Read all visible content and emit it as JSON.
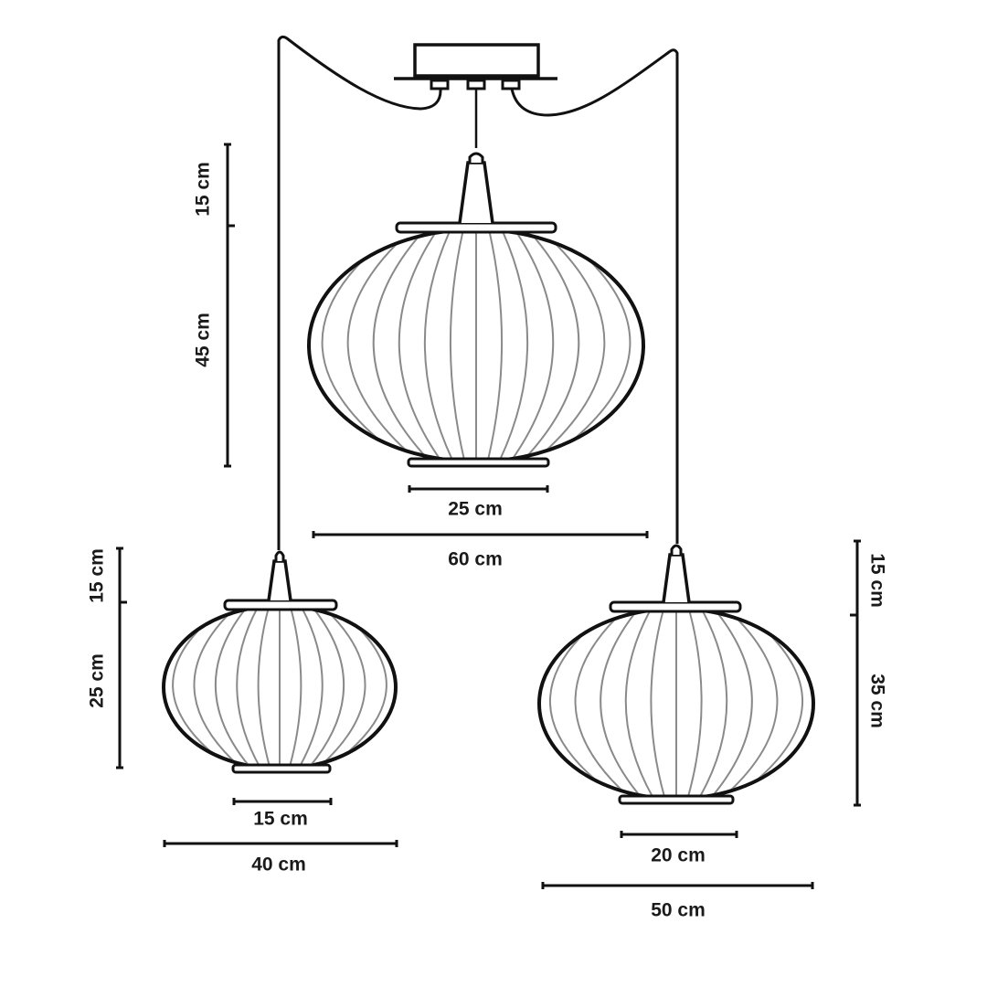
{
  "colors": {
    "line": "#111111",
    "rib": "#8a8a8a",
    "background": "#ffffff"
  },
  "lamps": [
    {
      "name": "center-pendant",
      "dims": {
        "stem_height": "15 cm",
        "shade_height": "45 cm",
        "base_width": "25 cm",
        "shade_width": "60 cm"
      }
    },
    {
      "name": "left-pendant",
      "dims": {
        "stem_height": "15 cm",
        "shade_height": "25 cm",
        "base_width": "15 cm",
        "shade_width": "40 cm"
      }
    },
    {
      "name": "right-pendant",
      "dims": {
        "stem_height": "15 cm",
        "shade_height": "35 cm",
        "base_width": "20 cm",
        "shade_width": "50 cm"
      }
    }
  ]
}
